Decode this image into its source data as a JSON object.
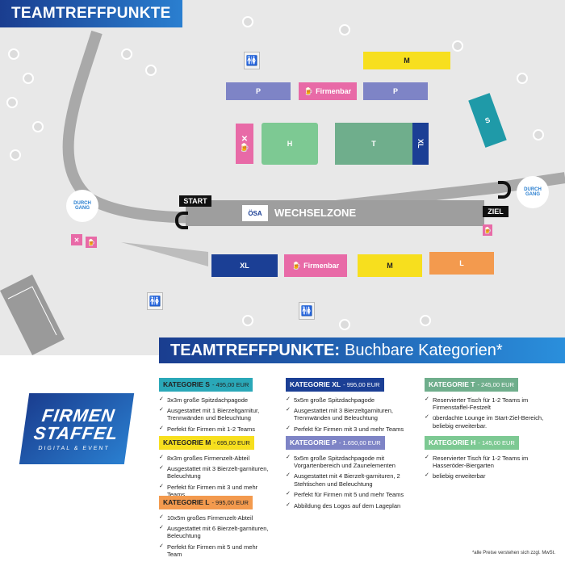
{
  "header": {
    "title": "TEAMTREFFPUNKTE"
  },
  "map": {
    "labels": {
      "m_top": "M",
      "p_left": "P",
      "firmenbar_top": "Firmenbar",
      "p_right": "P",
      "s_right": "S",
      "h": "H",
      "t": "T",
      "xl_top": "XL",
      "start": "START",
      "ziel": "ZIEL",
      "durchgang_left": "DURCH GANG",
      "durchgang_right": "DURCH GANG",
      "oesa": "ÖSA",
      "wechselzone": "WECHSELZONE",
      "xl_bottom": "XL",
      "firmenbar_bottom": "Firmenbar",
      "m_bottom": "M",
      "l_bottom": "L"
    },
    "icons": {
      "toilet": "toilet-icon",
      "beer": "beer-icon",
      "food": "cutlery-icon"
    },
    "colors": {
      "yellow": "#f7df1e",
      "purple": "#7e84c6",
      "pink": "#e86aa7",
      "green": "#7dc993",
      "teal": "#1f9aa8",
      "darkblue": "#1b3f95",
      "orange": "#f39a4e"
    }
  },
  "banner": {
    "bold": "TEAMTREFFPUNKTE:",
    "rest": "Buchbare Kategorien*"
  },
  "logo": {
    "line1": "FIRMEN",
    "line2": "STAFFEL",
    "line3": "DIGITAL & EVENT"
  },
  "categories": [
    {
      "label": "KATEGORIE S",
      "price": "- 495,00 EUR",
      "color": "#2aa8b8",
      "items": [
        "3x3m große Spitzdachpagode",
        "Ausgestattet mit 1 Bierzeltgarnitur, Trennwänden und Beleuchtung",
        "Perfekt für Firmen mit 1-2 Teams"
      ]
    },
    {
      "label": "KATEGORIE M",
      "price": "- 695,00 EUR",
      "color": "#f7df1e",
      "items": [
        "8x3m großes Firmenzelt-Abteil",
        "Ausgestattet mit 3 Bierzelt-garnituren, Beleuchtung",
        "Perfekt für Firmen mit 3 und mehr Teams"
      ]
    },
    {
      "label": "KATEGORIE L",
      "price": "- 995,00 EUR",
      "color": "#f39a4e",
      "items": [
        "10x5m großes Firmenzelt-Abteil",
        "Ausgestattet mit 6 Bierzelt-garnituren, Beleuchtung",
        "Perfekt für Firmen mit 5 und mehr Team"
      ]
    },
    {
      "label": "KATEGORIE XL",
      "price": "- 995,00 EUR",
      "color": "#1b3f95",
      "items": [
        "5x5m große Spitzdachpagode",
        "Ausgestattet mit 3 Bierzeltgarnituren, Trennwänden und Beleuchtung",
        "Perfekt für Firmen mit 3 und mehr Teams"
      ]
    },
    {
      "label": "KATEGORIE P",
      "price": "- 1.650,00 EUR",
      "color": "#7e84c6",
      "items": [
        "5x5m große Spitzdachpagode mit Vorgartenbereich und Zaunelementen",
        "Ausgestattet mit 4 Bierzelt-garnituren, 2 Stehtischen und Beleuchtung",
        "Perfekt für Firmen mit 5 und mehr Teams",
        "Abbildung des Logos auf dem Lageplan"
      ]
    },
    {
      "label": "KATEGORIE T",
      "price": "- 245,00 EUR",
      "color": "#6fae8c",
      "items": [
        "Reservierter Tisch für 1-2 Teams im Firmenstaffel-Festzelt",
        "überdachte Lounge im Start-Ziel-Bereich, beliebig erweiterbar."
      ]
    },
    {
      "label": "KATEGORIE H",
      "price": "- 145,00 EUR",
      "color": "#7dc993",
      "items": [
        "Reservierter Tisch für 1-2 Teams im Hasseröder-Biergarten",
        "beliebig erweiterbar"
      ]
    }
  ],
  "footnote": "*alle Preise verstehen sich zzgl. MwSt."
}
